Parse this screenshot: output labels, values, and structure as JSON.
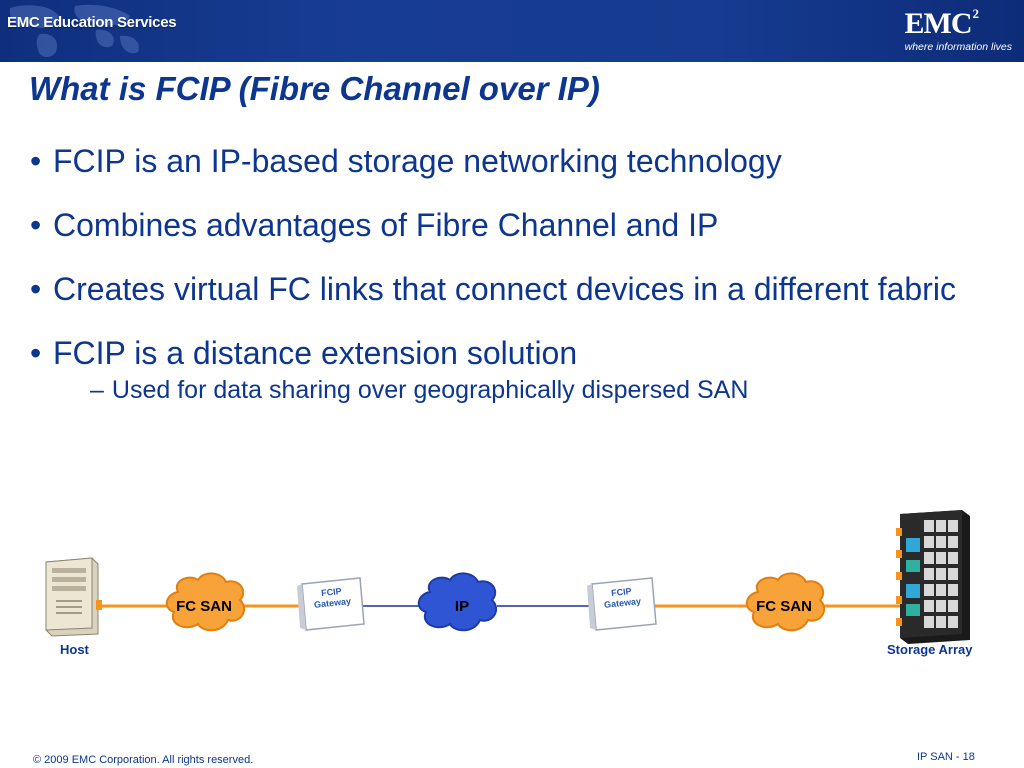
{
  "header": {
    "left_logo_text": "EMC Education Services",
    "brand": "EMC",
    "brand_superscript": "2",
    "tagline": "where information lives"
  },
  "slide": {
    "title": "What is FCIP (Fibre Channel over IP)",
    "bullets": [
      "FCIP is an IP-based storage networking technology",
      "Combines advantages of Fibre Channel and IP",
      "Creates virtual FC links that connect devices in a different fabric",
      "FCIP is a distance extension solution"
    ],
    "sub_bullet": "Used for data sharing over geographically dispersed SAN",
    "bullet_char": "•",
    "sub_bullet_char": "–"
  },
  "diagram": {
    "host_label": "Host",
    "storage_label": "Storage Array",
    "left_cloud": "FC SAN",
    "right_cloud": "FC SAN",
    "ip_cloud": "IP",
    "gateway_line1": "FCIP",
    "gateway_line2": "Gateway"
  },
  "footer": {
    "copyright": "© 2009 EMC Corporation. All rights reserved.",
    "page": "IP SAN - 18"
  },
  "colors": {
    "header_blue": "#173d93",
    "title_blue": "#0d3690",
    "fc_orange": "#f7a33a",
    "ip_blue": "#2f55d4"
  }
}
